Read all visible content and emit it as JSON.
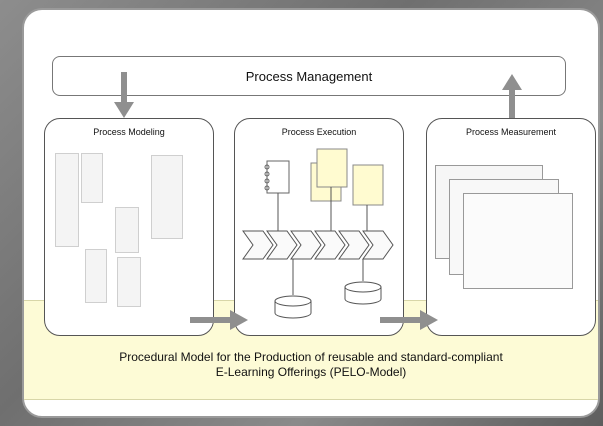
{
  "process_management": {
    "label": "Process Management"
  },
  "phases": [
    {
      "title": "Process Modeling"
    },
    {
      "title": "Process Execution"
    },
    {
      "title": "Process Measurement"
    }
  ],
  "footer": {
    "line1": "Procedural Model for the Production of reusable and standard-compliant",
    "line2": "E-Learning Offerings (PELO-Model)"
  },
  "colors": {
    "arrow": "#8f8f8f",
    "band": "#fdfbd6",
    "box_border": "#555555"
  }
}
